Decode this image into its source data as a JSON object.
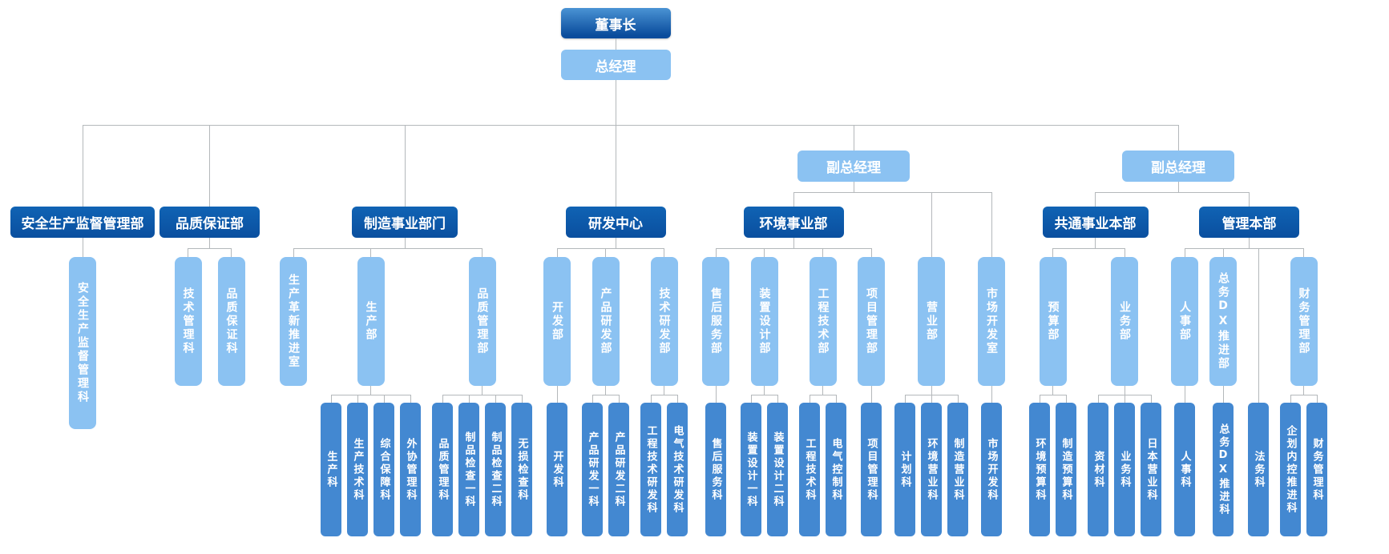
{
  "colors": {
    "dark_blue": "#0a4f9f",
    "dark_blue_light": "#1063b4",
    "light_blue": "#8bc2f2",
    "mid_blue": "#4388d1",
    "connector_line": "#b4b8bb",
    "text_on_blue": "#ffffff",
    "background": "#ffffff"
  },
  "org": {
    "chairman": {
      "id": "chairman",
      "label": "董事长"
    },
    "general_manager": {
      "id": "general-manager",
      "label": "总经理"
    },
    "divisions": [
      {
        "id": "safety-production-supervision-dept",
        "label": "安全生产监督管理部",
        "kind": "dept",
        "children": [
          {
            "id": "safety-production-supervision-section",
            "label": "安全生产监督管理科",
            "kind": "branch",
            "tall": true
          }
        ]
      },
      {
        "id": "quality-assurance-dept",
        "label": "品质保证部",
        "kind": "dept",
        "children": [
          {
            "id": "tech-management-section",
            "label": "技术管理科",
            "kind": "branch"
          },
          {
            "id": "quality-assurance-section",
            "label": "品质保证科",
            "kind": "branch"
          }
        ]
      },
      {
        "id": "manufacturing-division",
        "label": "制造事业部门",
        "kind": "dept",
        "children": [
          {
            "id": "production-innovation-office",
            "label": "生产革新推进室",
            "kind": "branch"
          },
          {
            "id": "production-dept",
            "label": "生产部",
            "kind": "branch",
            "children": [
              {
                "id": "production-section",
                "label": "生产科",
                "kind": "section"
              },
              {
                "id": "production-tech-section",
                "label": "生产技术科",
                "kind": "section"
              },
              {
                "id": "general-support-section",
                "label": "综合保障科",
                "kind": "section"
              },
              {
                "id": "outsourcing-management-section",
                "label": "外协管理科",
                "kind": "section"
              }
            ]
          },
          {
            "id": "quality-management-dept",
            "label": "品质管理部",
            "kind": "branch",
            "children": [
              {
                "id": "quality-management-section",
                "label": "品质管理科",
                "kind": "section"
              },
              {
                "id": "product-inspection-section-1",
                "label": "制品检查一科",
                "kind": "section"
              },
              {
                "id": "product-inspection-section-2",
                "label": "制品检查二科",
                "kind": "section"
              },
              {
                "id": "nondestructive-inspection-section",
                "label": "无损检查科",
                "kind": "section"
              }
            ]
          }
        ]
      },
      {
        "id": "rd-center",
        "label": "研发中心",
        "kind": "dept",
        "children": [
          {
            "id": "development-dept",
            "label": "开发部",
            "kind": "branch",
            "children": [
              {
                "id": "development-section",
                "label": "开发科",
                "kind": "section"
              }
            ]
          },
          {
            "id": "product-rd-dept",
            "label": "产品研发部",
            "kind": "branch",
            "children": [
              {
                "id": "product-rd-section-1",
                "label": "产品研发一科",
                "kind": "section"
              },
              {
                "id": "product-rd-section-2",
                "label": "产品研发二科",
                "kind": "section"
              }
            ]
          },
          {
            "id": "tech-rd-dept",
            "label": "技术研发部",
            "kind": "branch",
            "children": [
              {
                "id": "engineering-tech-rd-section",
                "label": "工程技术研发科",
                "kind": "section"
              },
              {
                "id": "electrical-tech-rd-section",
                "label": "电气技术研发科",
                "kind": "section"
              }
            ]
          }
        ]
      },
      {
        "id": "deputy-general-manager-1",
        "label": "副总经理",
        "kind": "exec",
        "children": [
          {
            "id": "environment-division",
            "label": "环境事业部",
            "kind": "dept",
            "children": [
              {
                "id": "after-sales-service-dept",
                "label": "售后服务部",
                "kind": "branch",
                "children": [
                  {
                    "id": "after-sales-service-section",
                    "label": "售后服务科",
                    "kind": "section"
                  }
                ]
              },
              {
                "id": "plant-design-dept",
                "label": "装置设计部",
                "kind": "branch",
                "children": [
                  {
                    "id": "plant-design-section-1",
                    "label": "装置设计一科",
                    "kind": "section"
                  },
                  {
                    "id": "plant-design-section-2",
                    "label": "装置设计二科",
                    "kind": "section"
                  }
                ]
              },
              {
                "id": "engineering-tech-dept",
                "label": "工程技术部",
                "kind": "branch",
                "children": [
                  {
                    "id": "engineering-tech-section",
                    "label": "工程技术科",
                    "kind": "section"
                  },
                  {
                    "id": "electrical-control-section",
                    "label": "电气控制科",
                    "kind": "section"
                  }
                ]
              },
              {
                "id": "project-management-dept",
                "label": "项目管理部",
                "kind": "branch",
                "children": [
                  {
                    "id": "project-management-section",
                    "label": "项目管理科",
                    "kind": "section"
                  }
                ]
              }
            ]
          },
          {
            "id": "sales-dept",
            "label": "营业部",
            "kind": "branch",
            "children": [
              {
                "id": "planning-section",
                "label": "计划科",
                "kind": "section"
              },
              {
                "id": "environment-sales-section",
                "label": "环境营业科",
                "kind": "section"
              },
              {
                "id": "manufacturing-sales-section",
                "label": "制造营业科",
                "kind": "section"
              }
            ]
          },
          {
            "id": "market-development-office",
            "label": "市场开发室",
            "kind": "branch",
            "children": [
              {
                "id": "market-development-section",
                "label": "市场开发科",
                "kind": "section"
              }
            ]
          }
        ]
      },
      {
        "id": "deputy-general-manager-2",
        "label": "副总经理",
        "kind": "exec",
        "children": [
          {
            "id": "common-business-headquarters",
            "label": "共通事业本部",
            "kind": "dept",
            "children": [
              {
                "id": "budget-dept",
                "label": "预算部",
                "kind": "branch",
                "children": [
                  {
                    "id": "environment-budget-section",
                    "label": "环境预算科",
                    "kind": "section"
                  },
                  {
                    "id": "manufacturing-budget-section",
                    "label": "制造预算科",
                    "kind": "section"
                  }
                ]
              },
              {
                "id": "business-dept",
                "label": "业务部",
                "kind": "branch",
                "children": [
                  {
                    "id": "materials-section",
                    "label": "资材科",
                    "kind": "section"
                  },
                  {
                    "id": "business-section",
                    "label": "业务科",
                    "kind": "section"
                  },
                  {
                    "id": "japan-sales-section",
                    "label": "日本营业科",
                    "kind": "section"
                  }
                ]
              }
            ]
          },
          {
            "id": "management-headquarters",
            "label": "管理本部",
            "kind": "dept",
            "children": [
              {
                "id": "hr-dept",
                "label": "人事部",
                "kind": "branch",
                "children": [
                  {
                    "id": "hr-section",
                    "label": "人事科",
                    "kind": "section"
                  }
                ]
              },
              {
                "id": "general-affairs-dx-promotion-dept",
                "label": "总务DX推进部",
                "kind": "branch",
                "children": [
                  {
                    "id": "general-affairs-dx-promotion-section",
                    "label": "总务DX推进科",
                    "kind": "section"
                  }
                ]
              },
              {
                "id": "legal-section",
                "label": "法务科",
                "kind": "section"
              },
              {
                "id": "finance-management-dept",
                "label": "财务管理部",
                "kind": "branch",
                "children": [
                  {
                    "id": "planning-internal-control-section",
                    "label": "企划内控推进科",
                    "kind": "section"
                  },
                  {
                    "id": "finance-management-section",
                    "label": "财务管理科",
                    "kind": "section"
                  }
                ]
              }
            ]
          }
        ]
      }
    ]
  }
}
